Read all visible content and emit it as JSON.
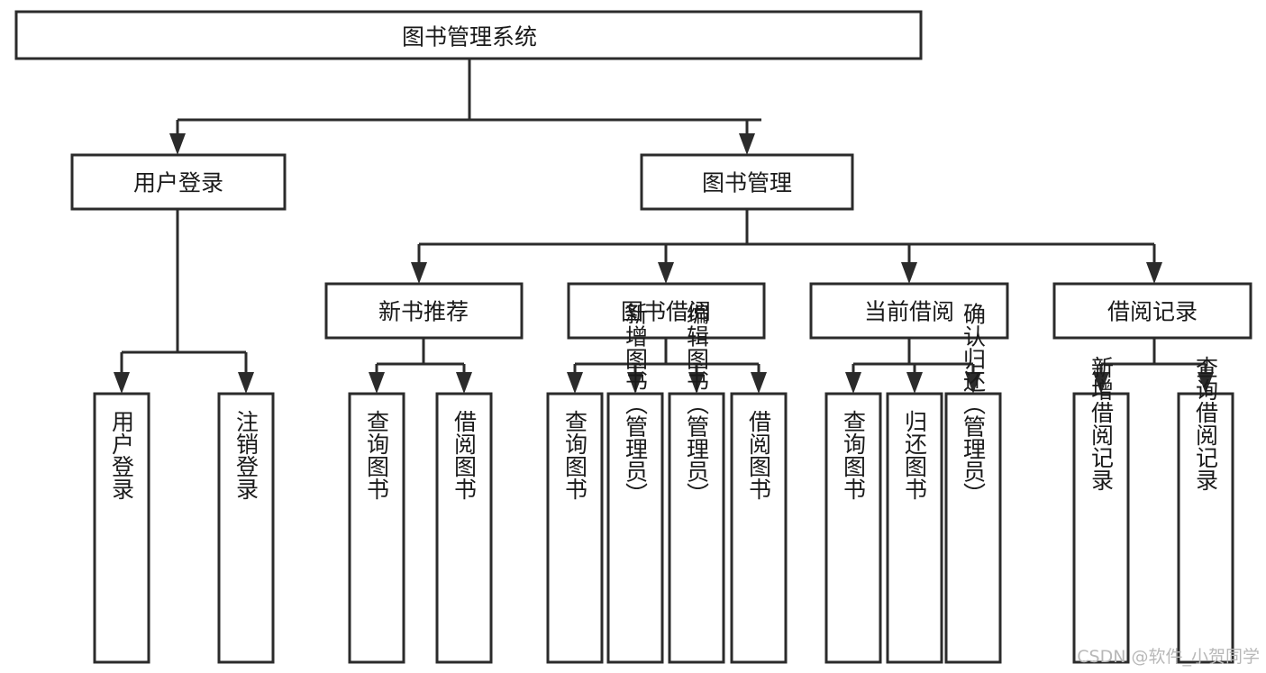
{
  "diagram": {
    "title": "图书管理系统",
    "type": "tree-hierarchy",
    "levels": {
      "root": {
        "label": "图书管理系统"
      },
      "level2": [
        {
          "label": "用户登录"
        },
        {
          "label": "图书管理"
        }
      ],
      "level3": [
        {
          "label": "新书推荐"
        },
        {
          "label": "图书借阅"
        },
        {
          "label": "当前借阅"
        },
        {
          "label": "借阅记录"
        }
      ],
      "leaves": {
        "user_login": [
          {
            "label": "用户登录"
          },
          {
            "label": "注销登录"
          }
        ],
        "new_book_recommend": [
          {
            "label": "查询图书"
          },
          {
            "label": "借阅图书"
          }
        ],
        "book_borrow": [
          {
            "label": "查询图书"
          },
          {
            "label": "新增图书（管理员）"
          },
          {
            "label": "编辑图书（管理员）"
          },
          {
            "label": "借阅图书"
          }
        ],
        "current_borrow": [
          {
            "label": "查询图书"
          },
          {
            "label": "归还图书"
          },
          {
            "label": "确认归还（管理员）"
          }
        ],
        "borrow_record": [
          {
            "label": "新增借阅记录"
          },
          {
            "label": "查询借阅记录"
          }
        ]
      }
    }
  },
  "watermark": {
    "text": "CSDN @软件_小贺同学"
  },
  "colors": {
    "stroke": "#2b2b2b",
    "fill": "#ffffff",
    "text": "#1a1a1a",
    "watermark": "#b8b8b8"
  }
}
